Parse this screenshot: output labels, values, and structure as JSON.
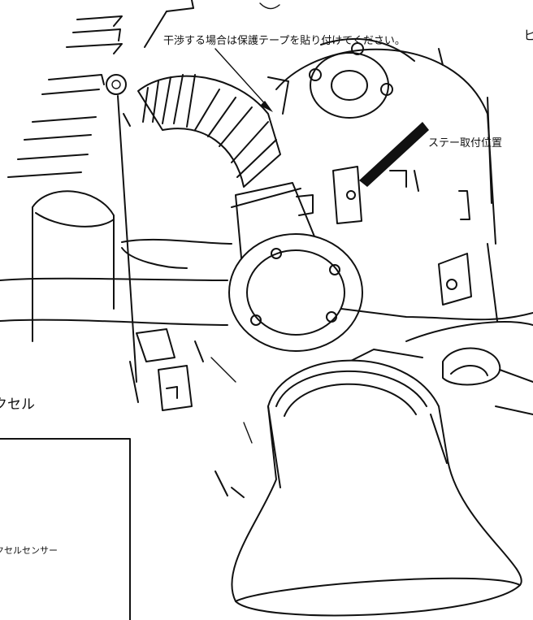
{
  "labels": {
    "protect_tape_note": "干渉する場合は保護テープを貼り付けてください。",
    "stay_position": "ステー取付位置",
    "accel_partial": "クセル",
    "accel_sensor_partial": "クセルセンサー",
    "edge_char": "ヒ"
  },
  "colors": {
    "line": "#111111",
    "background": "#ffffff"
  }
}
